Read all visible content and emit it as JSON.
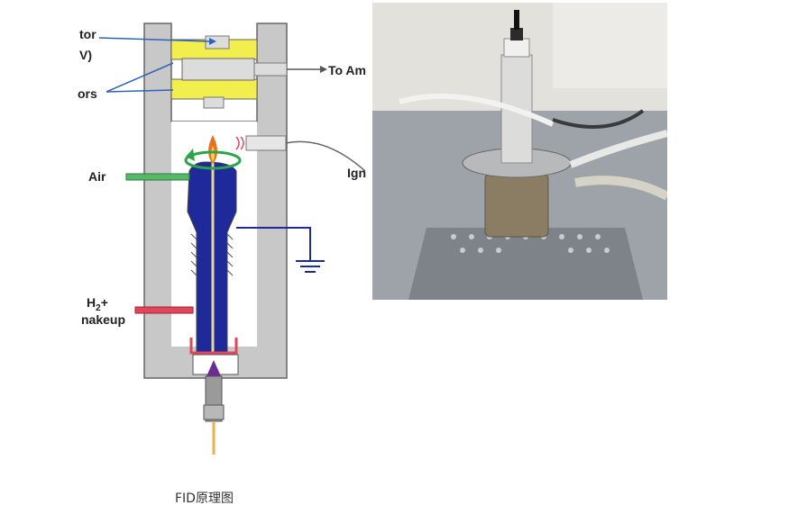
{
  "diagram": {
    "labels": {
      "collector": "tor",
      "collector_voltage": "V)",
      "insulators": "ors",
      "to_amp": "To Am",
      "igniter": "Ign",
      "air": "Air",
      "h2_line1": "H",
      "h2_sub": "2",
      "h2_plus": "+",
      "makeup": "nakeup"
    },
    "caption": "FID原理图"
  },
  "colors": {
    "block_gray": "#c8c8c8",
    "collector_yellow": "#f2ee4e",
    "jet_blue": "#1f2a9a",
    "flame_orange": "#e8701e",
    "air_green": "#57b86b",
    "h2_red": "#e0475b",
    "arrow_blue": "#2f63b8",
    "photo_background": "#d7d4cc"
  }
}
